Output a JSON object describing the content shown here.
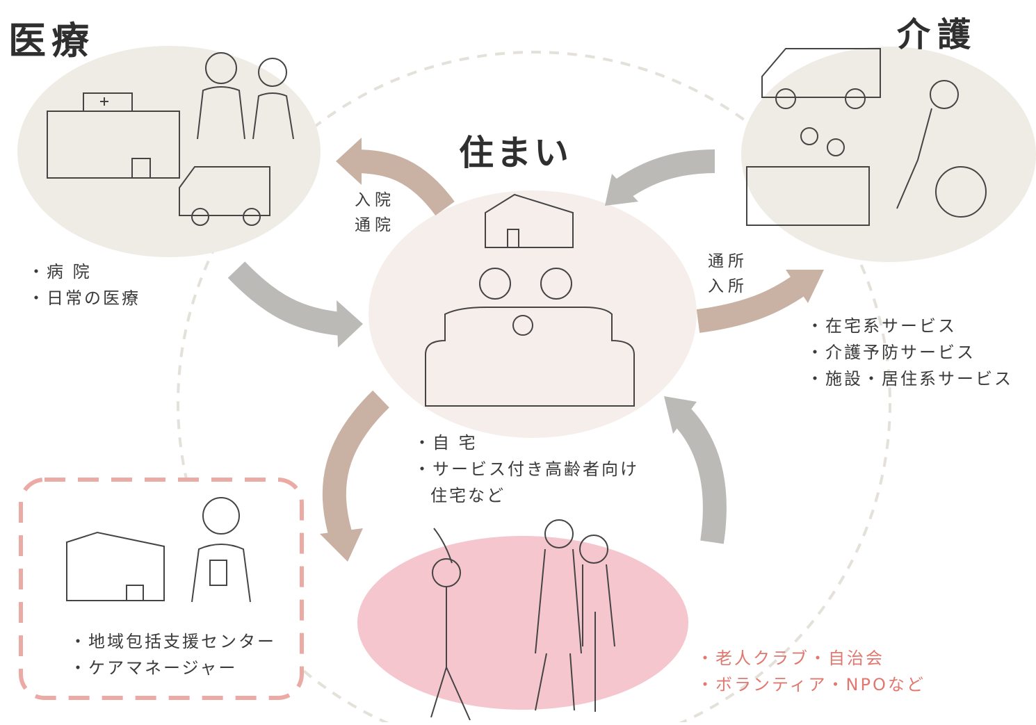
{
  "headings": {
    "medical": "医療",
    "care": "介護",
    "home": "住まい"
  },
  "labels": {
    "admit": [
      "入院",
      "通院"
    ],
    "daycare": [
      "通所",
      "入所"
    ]
  },
  "medical_list": [
    "病 院",
    "日常の医療"
  ],
  "care_list": [
    "在宅系サービス",
    "介護予防サービス",
    "施設・居住系サービス"
  ],
  "home_list": [
    "自 宅",
    "サービス付き高齢者向け",
    "住宅など"
  ],
  "support_list": [
    "地域包括支援センター",
    "ケアマネージャー"
  ],
  "community_list": [
    "老人クラブ・自治会",
    "ボランティア・NPOなど"
  ],
  "colors": {
    "ellipse_medical": "#efece6",
    "ellipse_care": "#efece6",
    "ellipse_home": "#f6eeeb",
    "ellipse_community": "#f5c6cd",
    "arrow_brown": "#c9b2a4",
    "arrow_gray": "#bcbab6",
    "dashed_circle": "#e4e0da",
    "dashed_box": "#ecaaa4",
    "community_text": "#e07870"
  },
  "icons": [
    "hospital-icon",
    "doctor-icon",
    "nurse-icon",
    "ambulance-icon",
    "house-icon",
    "family-on-sofa-icon",
    "care-van-icon",
    "bath-care-icon",
    "wheelchair-icon",
    "care-center-building-icon",
    "care-manager-icon",
    "elderly-exercise-group-icon"
  ]
}
